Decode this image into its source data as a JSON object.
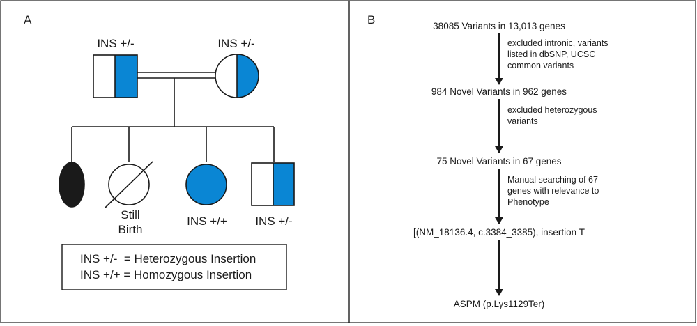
{
  "panel_a": {
    "label": "A",
    "parents": {
      "father_label": "INS +/-",
      "mother_label": "INS +/-"
    },
    "children": [
      {
        "kind": "affected-female",
        "label": ""
      },
      {
        "kind": "stillbirth",
        "label_line1": "Still",
        "label_line2": "Birth"
      },
      {
        "kind": "homozygous-female",
        "label": "INS +/+"
      },
      {
        "kind": "heterozygous-male",
        "label": "INS +/-"
      }
    ],
    "legend": {
      "line1": "INS +/-  = Heterozygous Insertion",
      "line2": "INS +/+ = Homozygous Insertion"
    },
    "colors": {
      "blue": "#0a86d4",
      "black": "#1a1a1a"
    }
  },
  "panel_b": {
    "label": "B",
    "steps": [
      "38085 Variants in 13,013 genes",
      "984 Novel Variants in 962 genes",
      "75 Novel Variants in 67 genes",
      "[(NM_18136.4, c.3384_3385), insertion T",
      "ASPM (p.Lys1129Ter)"
    ],
    "filters": [
      [
        "excluded intronic, variants",
        "listed in dbSNP, UCSC",
        "common variants"
      ],
      [
        "excluded heterozygous",
        "variants"
      ],
      [
        "Manual searching of 67",
        "genes with relevance to",
        "Phenotype"
      ]
    ]
  }
}
